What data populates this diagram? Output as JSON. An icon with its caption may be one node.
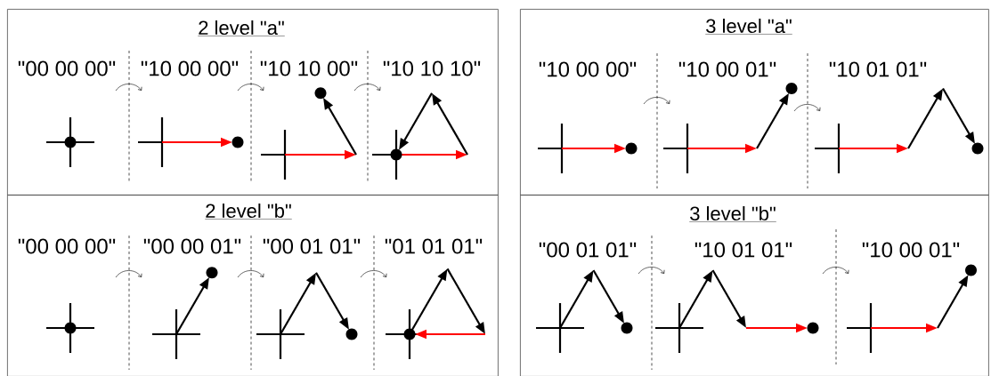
{
  "diagram": {
    "nodes": [
      {
        "text": [
          "2 level \"a\"",
          "\"00 00 00\"",
          "\"10 00 00\"",
          "\"10 10 00\"",
          "\"10 10 10\""
        ]
      },
      {
        "text": [
          "3 level \"a\"",
          "\"10 00 00\"",
          "\"10 00 01\"",
          "\"10 01 01\""
        ]
      },
      {
        "text": [
          "2 level \"b\"",
          "\"00 00 00\"",
          "\"00 00 01\"",
          "\"00 01 01\"",
          "\"01 01 01\""
        ]
      },
      {
        "text": [
          "3 level \"b\"",
          "\"00 01 01\"",
          "\"10 01 01\"",
          "\"10 00 01\""
        ]
      }
    ]
  }
}
